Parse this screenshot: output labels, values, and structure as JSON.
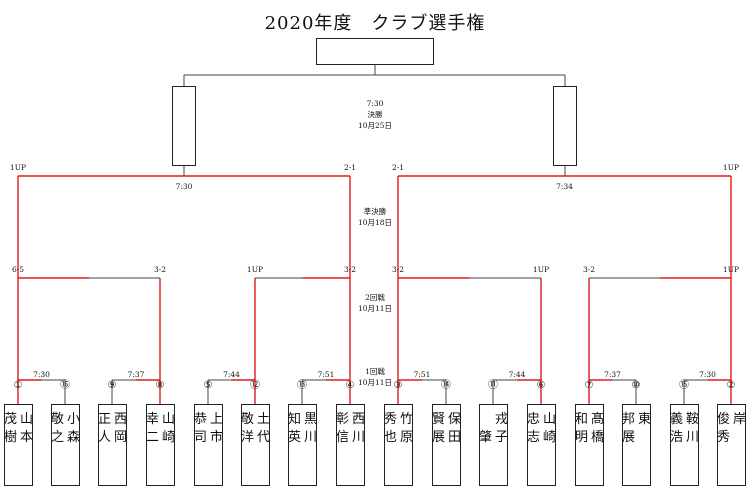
{
  "title": "2020年度　クラブ選手権",
  "rounds": {
    "final": {
      "time": "7:30",
      "name": "決勝",
      "date": "10月25日"
    },
    "semi": {
      "name": "準決勝",
      "date": "10月18日"
    },
    "second": {
      "name": "2回戦",
      "date": "10月11日"
    },
    "first": {
      "name": "1回戦",
      "date": "10月11日"
    }
  },
  "players": [
    {
      "seed": "①",
      "surname": "山本",
      "given": "茂樹"
    },
    {
      "seed": "⑯",
      "surname": "小森",
      "given": "敬之"
    },
    {
      "seed": "⑨",
      "surname": "西岡",
      "given": "正人"
    },
    {
      "seed": "⑧",
      "surname": "山崎",
      "given": "幸二"
    },
    {
      "seed": "⑤",
      "surname": "上市",
      "given": "恭司"
    },
    {
      "seed": "⑫",
      "surname": "土代",
      "given": "敬洋"
    },
    {
      "seed": "⑬",
      "surname": "黒川",
      "given": "知英"
    },
    {
      "seed": "④",
      "surname": "西川",
      "given": "彰信"
    },
    {
      "seed": "③",
      "surname": "竹原",
      "given": "秀也"
    },
    {
      "seed": "⑭",
      "surname": "保田",
      "given": "賢展"
    },
    {
      "seed": "⑪",
      "surname": "戎子",
      "given": "肇"
    },
    {
      "seed": "⑥",
      "surname": "山崎",
      "given": "忠志"
    },
    {
      "seed": "⑦",
      "surname": "髙橋",
      "given": "和明"
    },
    {
      "seed": "⑩",
      "surname": "東",
      "given": "邦展"
    },
    {
      "seed": "⑮",
      "surname": "鞍川",
      "given": "義浩"
    },
    {
      "seed": "②",
      "surname": "岸",
      "given": "俊秀"
    }
  ],
  "r1_times": [
    "7:30",
    "7:37",
    "7:44",
    "7:51",
    "7:51",
    "7:44",
    "7:37",
    "7:30"
  ],
  "r1_winners": [
    0,
    1,
    1,
    1,
    0,
    1,
    0,
    1
  ],
  "r2_scores": [
    [
      "6-5",
      "3-2"
    ],
    [
      "1UP",
      "3-2"
    ],
    [
      "3-2",
      "1UP"
    ],
    [
      "3-2",
      "1UP"
    ]
  ],
  "r2_winners": [
    0,
    1,
    0,
    1
  ],
  "semi_times": [
    "7:30",
    "7:34"
  ],
  "semi_scores": [
    [
      "1UP",
      "2-1"
    ],
    [
      "2-1",
      "1UP"
    ]
  ],
  "colors": {
    "line": "#444444",
    "winner": "#e21b1b"
  }
}
